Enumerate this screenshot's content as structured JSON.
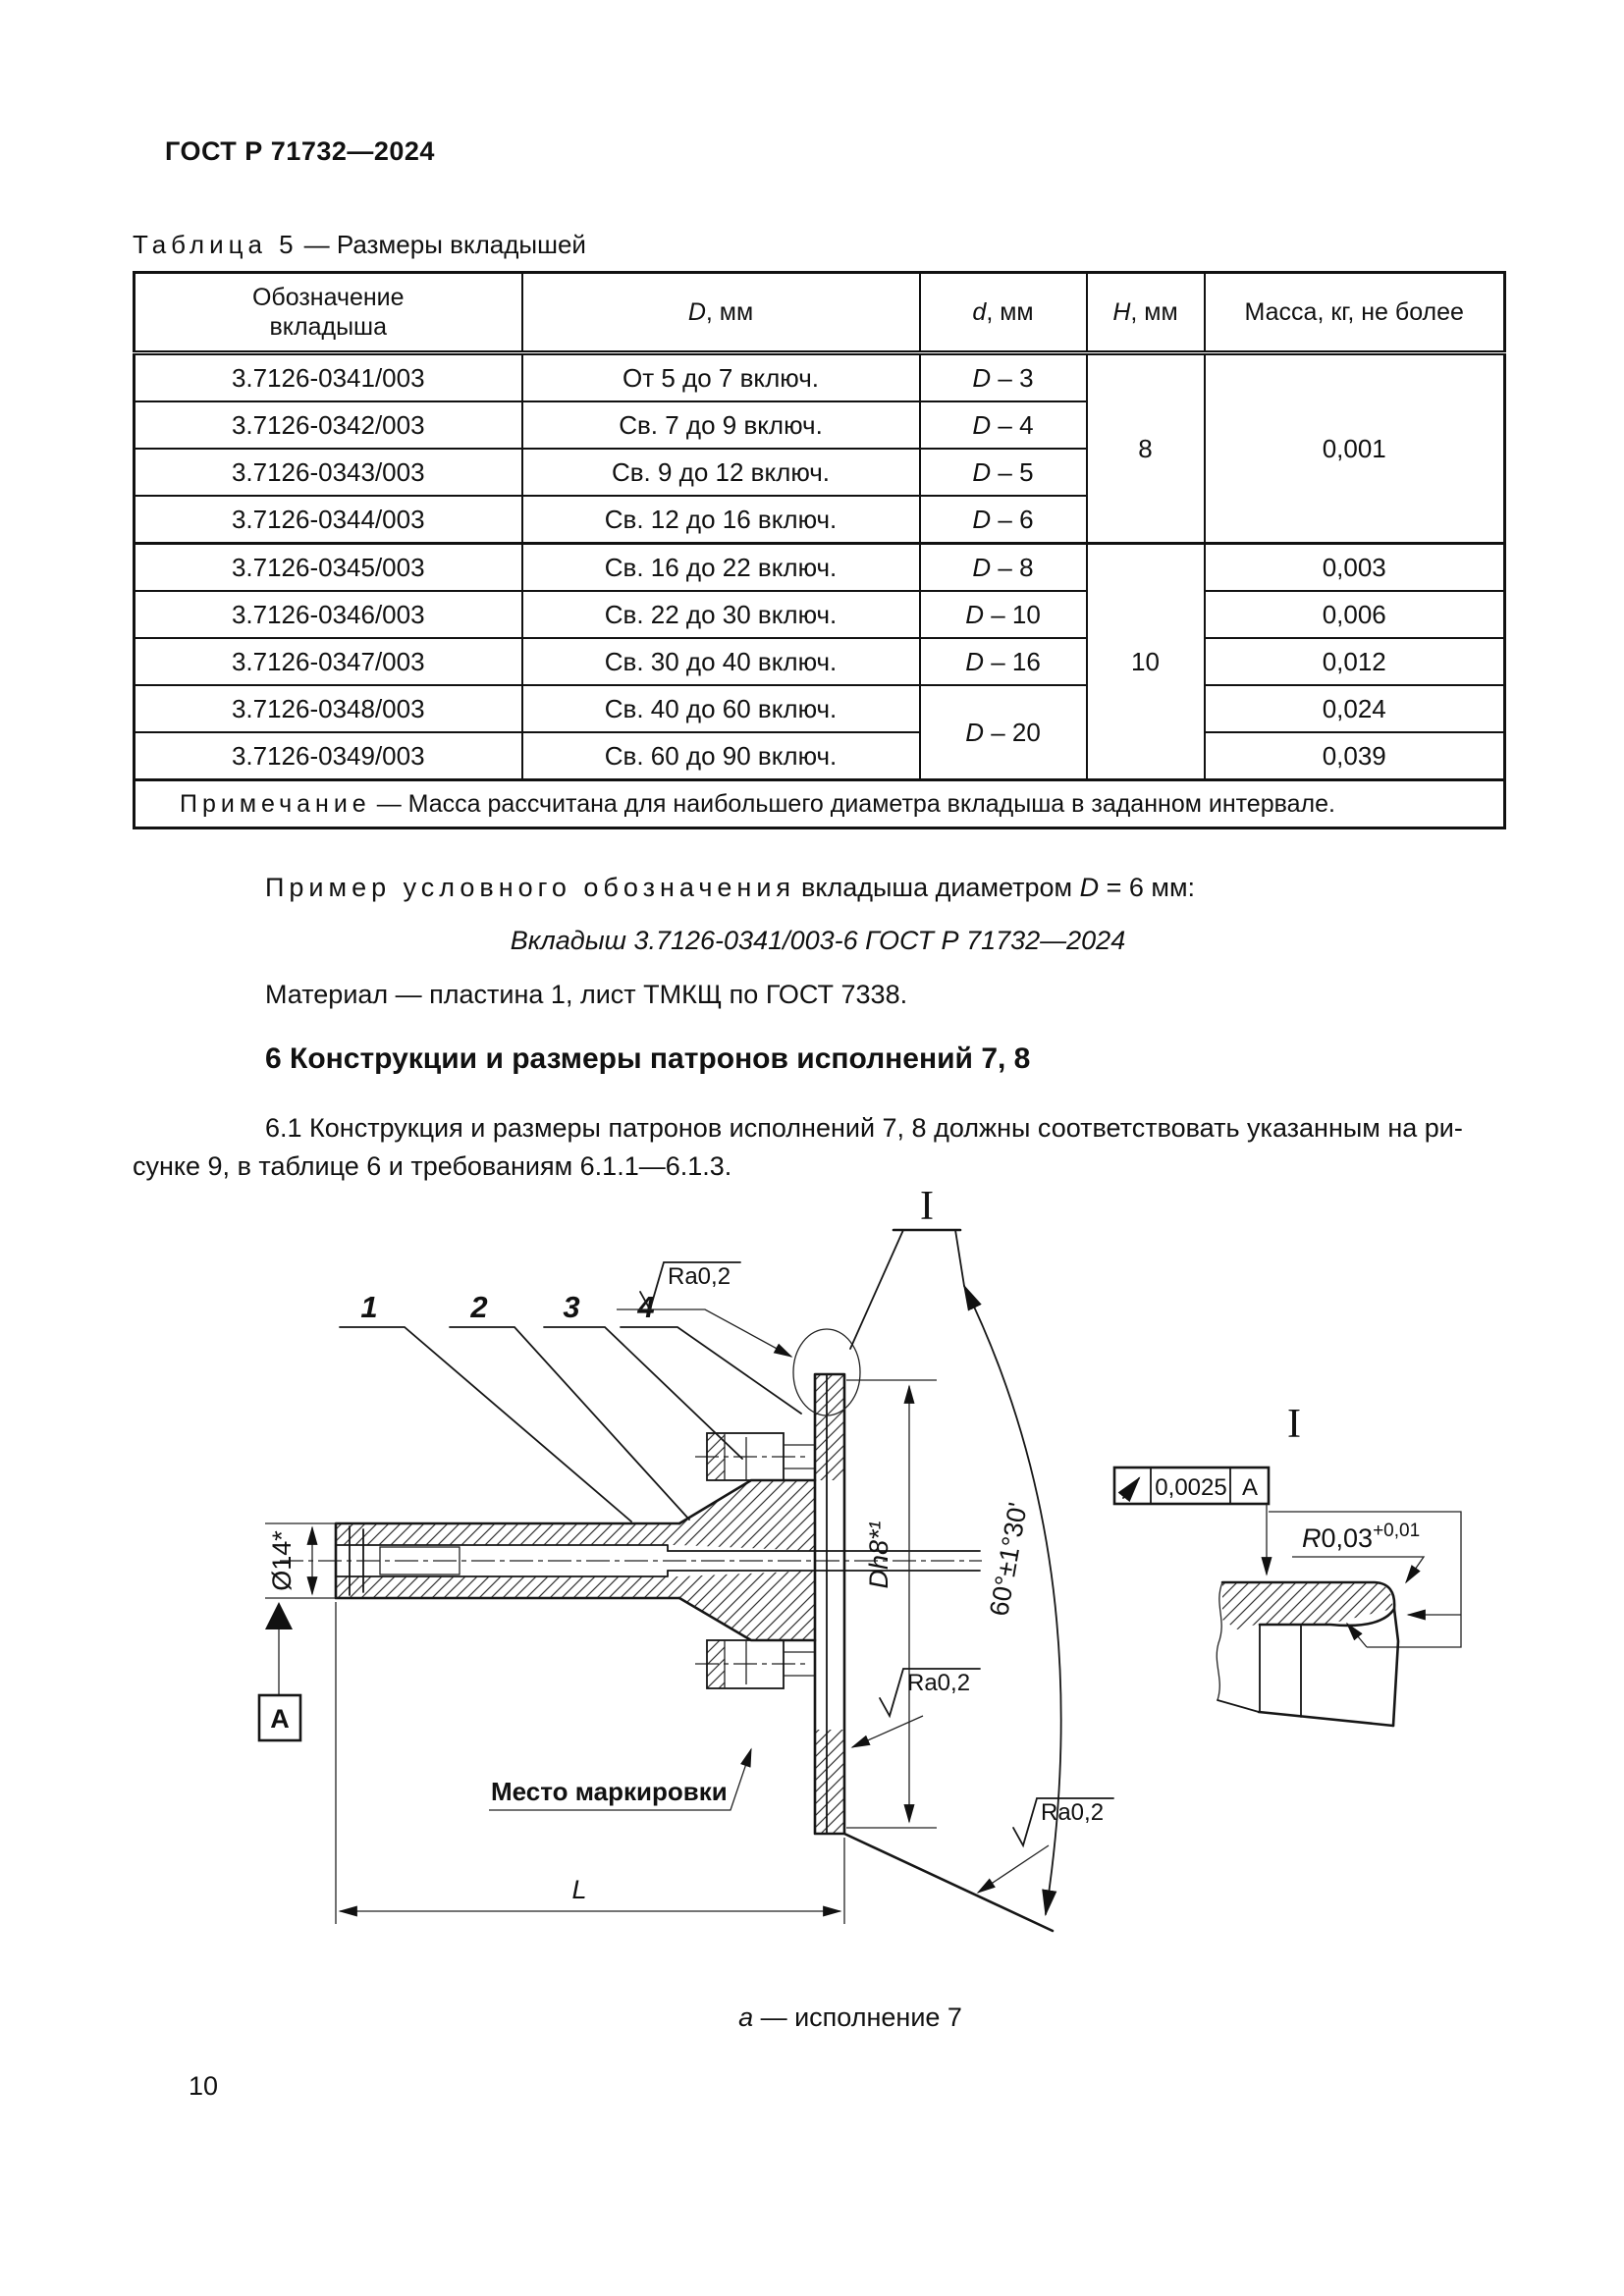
{
  "page": {
    "header": "ГОСТ Р 71732—2024",
    "number": "10"
  },
  "table5": {
    "title_label": "Таблица 5",
    "title_rest": "— Размеры вкладышей",
    "columns": {
      "designation": [
        "Обозначение",
        "вкладыша"
      ],
      "D": {
        "sym": "D",
        "unit": ", мм"
      },
      "d": {
        "sym": "d",
        "unit": ", мм"
      },
      "H": {
        "sym": "H",
        "unit": ", мм"
      },
      "mass": "Масса, кг, не более"
    },
    "d_sym": "D",
    "rows": [
      {
        "designation": "3.7126-0341/003",
        "range": "От 5 до 7 включ.",
        "d_rest": " – 3",
        "h": "8",
        "mass": "0,001"
      },
      {
        "designation": "3.7126-0342/003",
        "range": "Св. 7 до 9 включ.",
        "d_rest": " – 4"
      },
      {
        "designation": "3.7126-0343/003",
        "range": "Св. 9 до 12 включ.",
        "d_rest": " – 5"
      },
      {
        "designation": "3.7126-0344/003",
        "range": "Св. 12 до 16 включ.",
        "d_rest": " – 6"
      },
      {
        "designation": "3.7126-0345/003",
        "range": "Св. 16 до 22 включ.",
        "d_rest": " – 8",
        "h": "10",
        "mass": "0,003"
      },
      {
        "designation": "3.7126-0346/003",
        "range": "Св. 22 до 30 включ.",
        "d_rest": " – 10",
        "mass": "0,006"
      },
      {
        "designation": "3.7126-0347/003",
        "range": "Св. 30 до 40 включ.",
        "d_rest": " – 16",
        "mass": "0,012"
      },
      {
        "designation": "3.7126-0348/003",
        "range": "Св. 40 до 60 включ.",
        "d_rest": " – 20",
        "mass": "0,024"
      },
      {
        "designation": "3.7126-0349/003",
        "range": "Св. 60 до 90 включ.",
        "mass": "0,039"
      }
    ],
    "note_label": "Примечание",
    "note_text": "— Масса рассчитана для наибольшего диаметра вкладыша в заданном интервале."
  },
  "example": {
    "label_spaced": "Пример условного обозначения",
    "mid": "вкладыша диаметром ",
    "sym": "D",
    "tail": " = 6 мм:"
  },
  "designation_line": "Вкладыш 3.7126-0341/003-6 ГОСТ Р 71732—2024",
  "material_line": "Материал — пластина 1, лист ТМКЩ по ГОСТ 7338.",
  "section6": {
    "heading": "6 Конструкции и размеры патронов исполнений 7, 8",
    "para_line1": "6.1 Конструкция и размеры патронов исполнений 7, 8 должны соответствовать указанным на ри-",
    "para_line2": "сунке 9, в таблице 6 и требованиям 6.1.1—6.1.3."
  },
  "figure": {
    "callouts": [
      "1",
      "2",
      "3",
      "4"
    ],
    "ra_top": "Ra0,2",
    "ra_mid": "Ra0,2",
    "ra_bottom": "Ra0,2",
    "detail_ref": "I",
    "detail_view_ref": "I",
    "dia_label": "Ø14*",
    "datum_label": "A",
    "dh8_label": "Dh8*¹",
    "angle_label": "60°±1°30'",
    "runout_value": "0,0025",
    "runout_datum": "A",
    "radius_sym": "R",
    "radius_value": "0,03",
    "radius_tol": "+0,01",
    "marking_label": "Место маркировки",
    "length_label": "L",
    "caption_italic": "а",
    "caption_rest": " — исполнение 7"
  }
}
